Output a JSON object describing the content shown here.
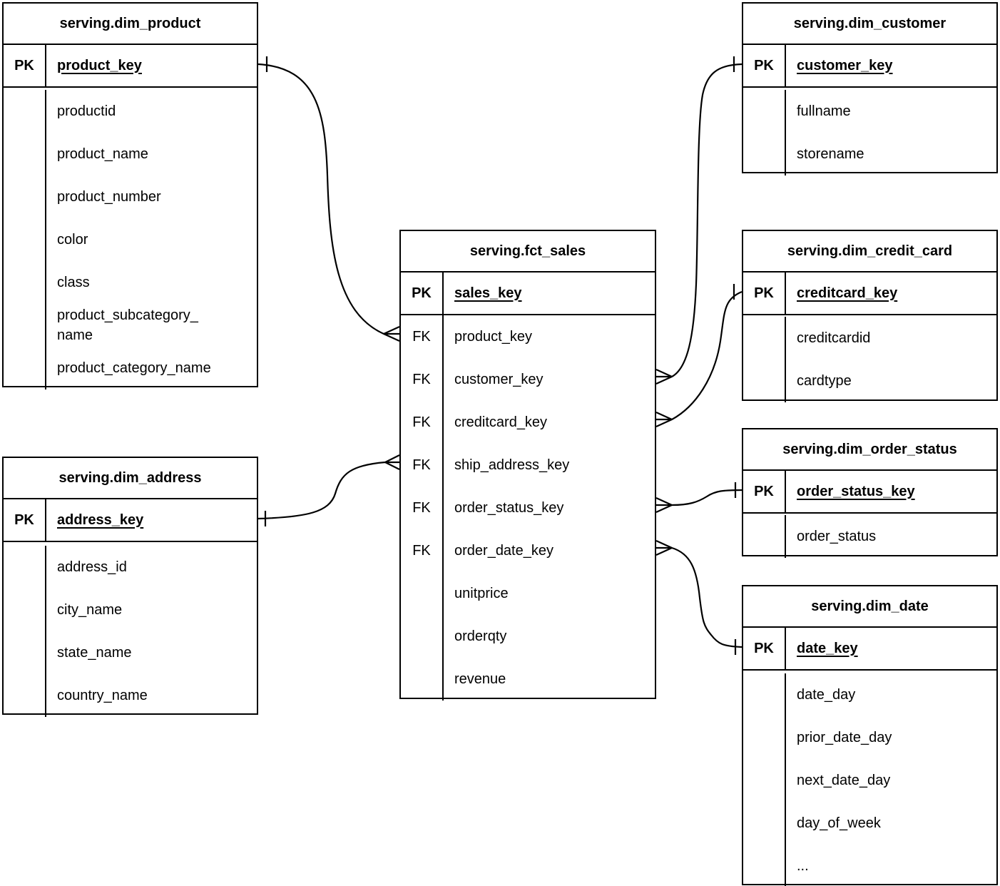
{
  "diagram": {
    "colors": {
      "line": "#000000",
      "background": "#ffffff",
      "text": "#000000"
    },
    "tables": {
      "dim_product": {
        "title": "serving.dim_product",
        "pk_label": "PK",
        "pk_field": "product_key",
        "fields": [
          "productid",
          "product_name",
          "product_number",
          "color",
          "class",
          "product_subcategory_\nname",
          "product_category_name"
        ]
      },
      "dim_customer": {
        "title": "serving.dim_customer",
        "pk_label": "PK",
        "pk_field": "customer_key",
        "fields": [
          "fullname",
          "storename"
        ]
      },
      "fct_sales": {
        "title": "serving.fct_sales",
        "pk_label": "PK",
        "pk_field": "sales_key",
        "rows": [
          {
            "key": "FK",
            "name": "product_key"
          },
          {
            "key": "FK",
            "name": "customer_key"
          },
          {
            "key": "FK",
            "name": "creditcard_key"
          },
          {
            "key": "FK",
            "name": "ship_address_key"
          },
          {
            "key": "FK",
            "name": "order_status_key"
          },
          {
            "key": "FK",
            "name": "order_date_key"
          },
          {
            "key": "",
            "name": "unitprice"
          },
          {
            "key": "",
            "name": "orderqty"
          },
          {
            "key": "",
            "name": "revenue"
          }
        ]
      },
      "dim_credit_card": {
        "title": "serving.dim_credit_card",
        "pk_label": "PK",
        "pk_field": "creditcard_key",
        "fields": [
          "creditcardid",
          "cardtype"
        ]
      },
      "dim_order_status": {
        "title": "serving.dim_order_status",
        "pk_label": "PK",
        "pk_field": "order_status_key",
        "fields": [
          "order_status"
        ]
      },
      "dim_date": {
        "title": "serving.dim_date",
        "pk_label": "PK",
        "pk_field": "date_key",
        "fields": [
          "date_day",
          "prior_date_day",
          "next_date_day",
          "day_of_week",
          "..."
        ]
      },
      "dim_address": {
        "title": "serving.dim_address",
        "pk_label": "PK",
        "pk_field": "address_key",
        "fields": [
          "address_id",
          "city_name",
          "state_name",
          "country_name"
        ]
      }
    },
    "relationships": [
      {
        "many": "serving.fct_sales.product_key",
        "one": "serving.dim_product.product_key",
        "notation": "crow-foot-many-to-one"
      },
      {
        "many": "serving.fct_sales.customer_key",
        "one": "serving.dim_customer.customer_key",
        "notation": "crow-foot-many-to-one"
      },
      {
        "many": "serving.fct_sales.creditcard_key",
        "one": "serving.dim_credit_card.creditcard_key",
        "notation": "crow-foot-many-to-one"
      },
      {
        "many": "serving.fct_sales.ship_address_key",
        "one": "serving.dim_address.address_key",
        "notation": "crow-foot-many-to-one"
      },
      {
        "many": "serving.fct_sales.order_status_key",
        "one": "serving.dim_order_status.order_status_key",
        "notation": "crow-foot-many-to-one"
      },
      {
        "many": "serving.fct_sales.order_date_key",
        "one": "serving.dim_date.date_key",
        "notation": "crow-foot-many-to-one"
      }
    ]
  }
}
